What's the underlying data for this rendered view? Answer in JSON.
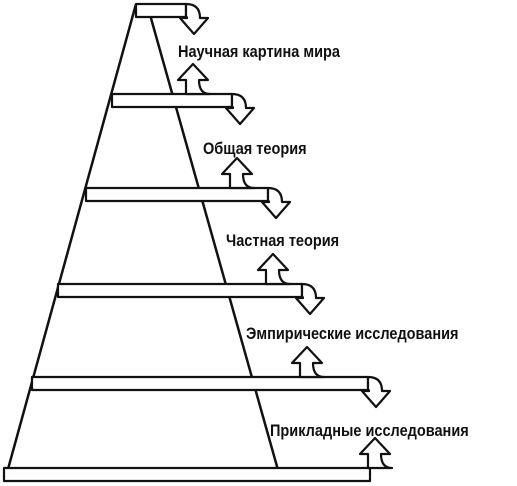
{
  "diagram": {
    "levels": [
      {
        "label": "Научная картина мира"
      },
      {
        "label": "Общая теория"
      },
      {
        "label": "Частная теория"
      },
      {
        "label": "Эмпирические исследования"
      },
      {
        "label": "Прикладные исследования"
      }
    ],
    "colors": {
      "stroke": "#111111",
      "fill": "#ffffff",
      "text": "#111111"
    }
  }
}
